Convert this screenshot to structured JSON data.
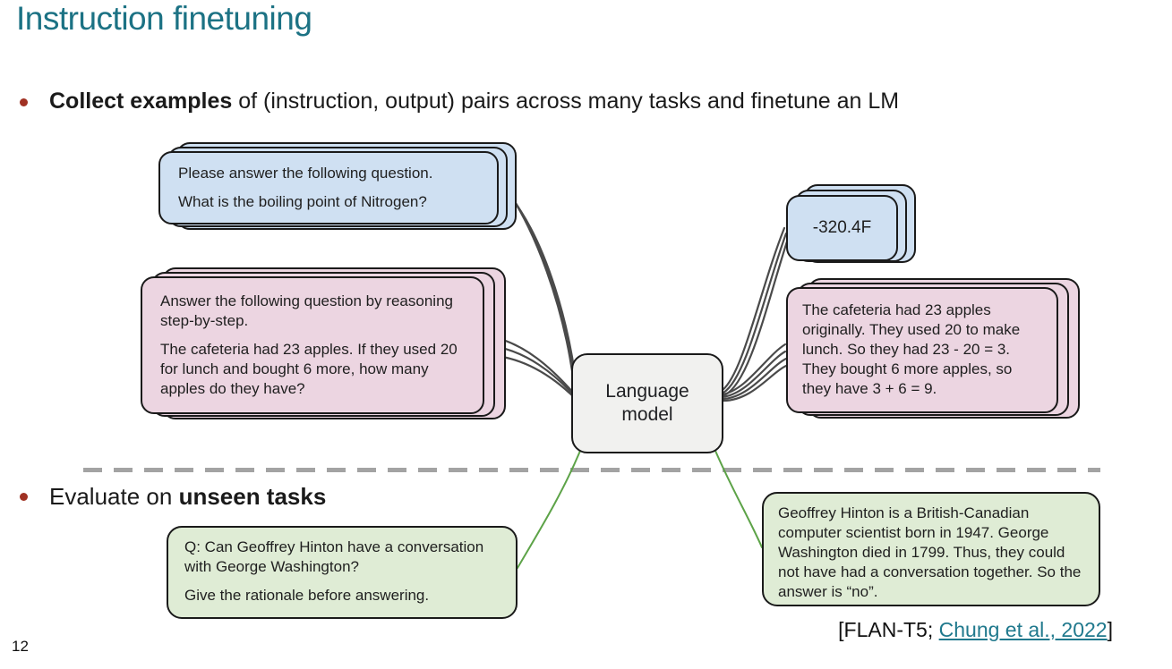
{
  "slide": {
    "title": "Instruction finetuning",
    "page_number": "12",
    "bullets": [
      {
        "bold": "Collect examples",
        "rest": " of (instruction, output) pairs across many tasks and finetune an LM"
      },
      {
        "pre": "Evaluate on ",
        "bold": "unseen tasks"
      }
    ],
    "citation": {
      "prefix": "[FLAN-T5; ",
      "link_text": "Chung et al., 2022",
      "suffix": "]"
    }
  },
  "diagram": {
    "model_box": {
      "label": "Language model"
    },
    "train_input_qa": {
      "p1": "Please answer the following question.",
      "p2": "What is the boiling point of Nitrogen?"
    },
    "train_output_qa": {
      "p1": "-320.4F"
    },
    "train_input_cot": {
      "p1": "Answer the following question by reasoning step-by-step.",
      "p2": "The cafeteria had 23 apples. If they used 20 for lunch and bought 6 more, how many apples do they have?"
    },
    "train_output_cot": {
      "p1": "The cafeteria had 23 apples originally. They used 20 to make lunch. So they had 23 - 20 = 3. They bought 6 more apples, so they have 3 + 6 = 9."
    },
    "eval_input": {
      "p1": "Q: Can Geoffrey Hinton have a conversation with George Washington?",
      "p2": "Give the rationale before answering."
    },
    "eval_output": {
      "p1": "Geoffrey Hinton is a British-Canadian computer scientist born in 1947. George Washington died in 1799. Thus, they could not have had a conversation together. So the answer is “no”."
    }
  },
  "colors": {
    "title_teal": "#1c7284",
    "link_teal": "#20798d",
    "bullet_red": "#a03123",
    "card_blue": "#cfe0f2",
    "card_pink": "#ecd5e1",
    "card_green": "#dfecd5",
    "model_gray": "#f1f1ef",
    "connector_dark": "#4a4a4a",
    "connector_green": "#5da348",
    "divider_gray": "#a3a3a3"
  }
}
